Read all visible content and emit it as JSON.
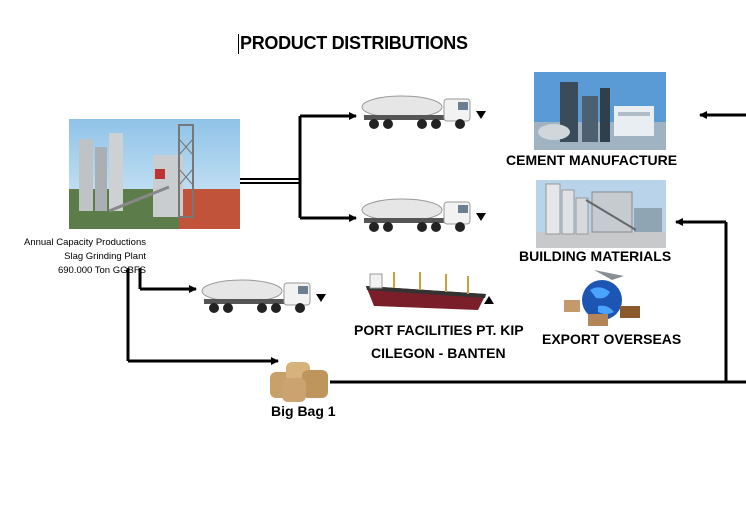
{
  "title": "PRODUCT DISTRIBUTIONS",
  "plant": {
    "line1": "Annual Capacity Productions",
    "line2": "Slag Grinding Plant",
    "line3": "690.000 Ton GGBFS"
  },
  "destinations": {
    "cement": "CEMENT MANUFACTURE",
    "building": "BUILDING MATERIALS",
    "port_line1": "PORT FACILITIES PT. KIP",
    "port_line2": "CILEGON - BANTEN",
    "export": "EXPORT OVERSEAS",
    "bigbag": "Big Bag 1"
  },
  "colors": {
    "line": "#000000",
    "sky": "#6fa9d6",
    "truck_body": "#d9d9d9"
  }
}
